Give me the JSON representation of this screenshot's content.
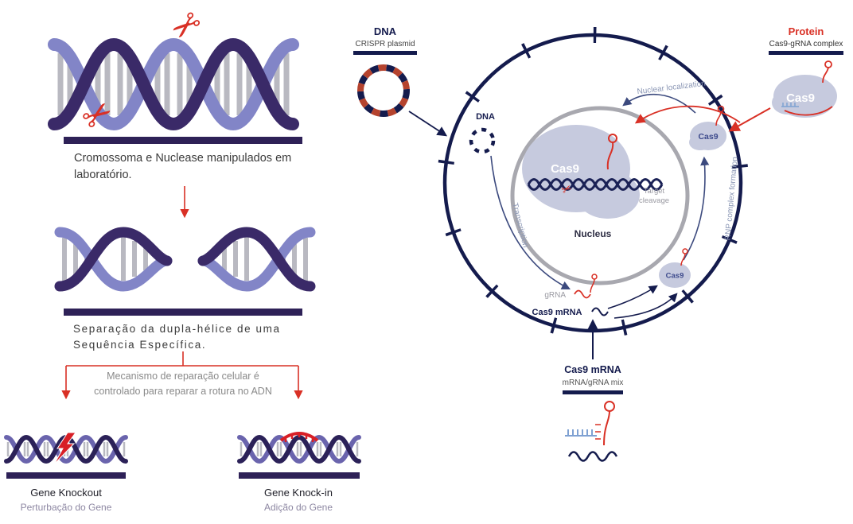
{
  "left_panel": {
    "step1": {
      "line1": "Cromossoma e Nuclease manipulados em",
      "line2": "laboratório."
    },
    "step2": {
      "line1": "Separação da dupla-hélice de uma",
      "line2": "Sequência Específica."
    },
    "branch": {
      "line1": "Mecanismo de reparação celular é",
      "line2": "controlado para reparar a rotura no ADN"
    },
    "knockout": {
      "title": "Gene Knockout",
      "subtitle": "Perturbação do Gene"
    },
    "knockin": {
      "title": "Gene Knock-in",
      "subtitle": "Adição do Gene"
    }
  },
  "cell_panel": {
    "plasmid": {
      "title": "DNA",
      "subtitle": "CRISPR plasmid"
    },
    "protein": {
      "title": "Protein",
      "subtitle": "Cas9-gRNA complex"
    },
    "inner_dna": "DNA",
    "nuclear_localization": "Nuclear localization",
    "cas9_nucleus": "Cas9",
    "target_cleavage": {
      "line1": "Target",
      "line2": "cleavage"
    },
    "nucleus": "Nucleus",
    "transcription": "Transcription",
    "rnp_formation": "RNP complex formation",
    "grna": "gRNA",
    "cas9_mrna_inner": "Cas9 mRNA",
    "cas9_blob": "Cas9",
    "cas9_protein": "Cas9",
    "mrna_bottom": {
      "title": "Cas9 mRNA",
      "subtitle": "mRNA/gRNA mix"
    }
  },
  "icons": {
    "scissors": "✂"
  },
  "colors": {
    "navy": "#141b4d",
    "red": "#d93025",
    "bar_purple": "#2e2157",
    "helix_dark": "#3a2a68",
    "helix_light": "#8285c7",
    "lavender_blob": "#c6cade",
    "gray_label": "#9a9aa2",
    "blue_label": "#8b97b5",
    "rung_gray": "#b9b9c1"
  }
}
